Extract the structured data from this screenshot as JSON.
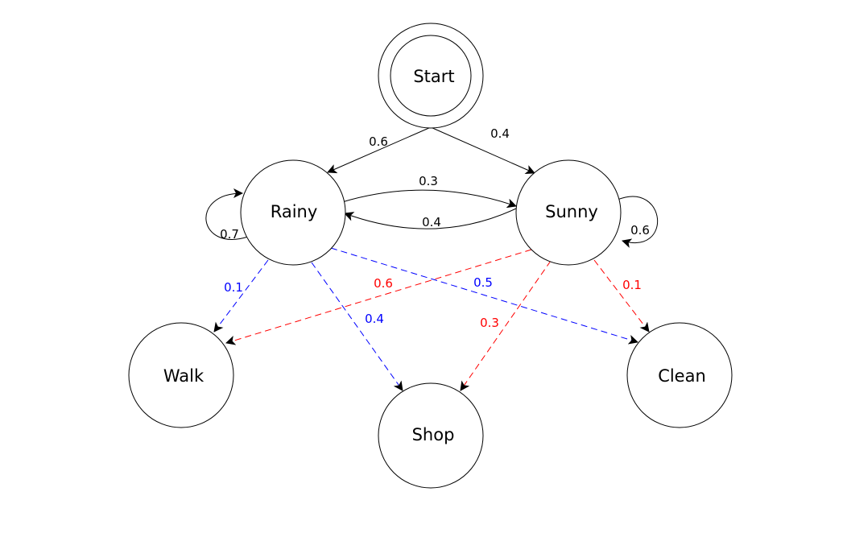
{
  "colors": {
    "transition": "#000000",
    "rainy_emission": "#0000ff",
    "sunny_emission": "#ff0000"
  },
  "nodes": {
    "start": "Start",
    "rainy": "Rainy",
    "sunny": "Sunny",
    "walk": "Walk",
    "shop": "Shop",
    "clean": "Clean"
  },
  "edges": {
    "start_rainy": "0.6",
    "start_sunny": "0.4",
    "rainy_sunny": "0.3",
    "sunny_rainy": "0.4",
    "rainy_rainy": "0.7",
    "sunny_sunny": "0.6",
    "rainy_walk": "0.1",
    "rainy_shop": "0.4",
    "rainy_clean": "0.5",
    "sunny_walk": "0.6",
    "sunny_shop": "0.3",
    "sunny_clean": "0.1"
  }
}
